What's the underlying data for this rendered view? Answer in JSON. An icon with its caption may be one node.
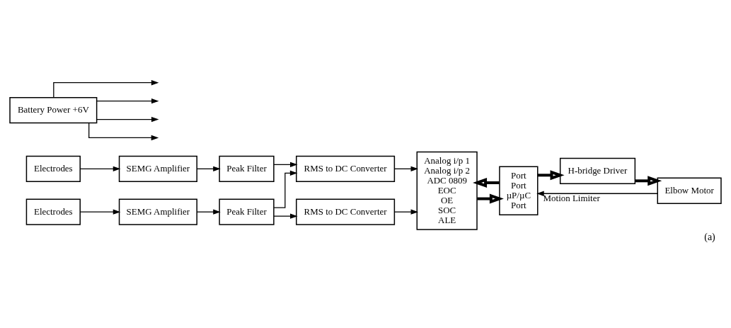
{
  "diagram": {
    "caption": "(a)",
    "nodes": [
      {
        "text": [
          "Electrodes"
        ]
      },
      {
        "text": [
          "SEMG Amplifier"
        ]
      },
      {
        "text": [
          "Peak Filter"
        ]
      },
      {
        "text": [
          "RMS to DC Converter"
        ]
      },
      {
        "text": [
          "Electrodes"
        ]
      },
      {
        "text": [
          "SEMG Amplifier"
        ]
      },
      {
        "text": [
          "Peak Filter"
        ]
      },
      {
        "text": [
          "RMS to DC Converter"
        ]
      },
      {
        "text": [
          "Battery Power +6V"
        ]
      },
      {
        "text": [
          "Analog i/p 1",
          "Analog i/p 2",
          "ADC 0809",
          "EOC",
          "OE",
          "SOC",
          "ALE"
        ]
      },
      {
        "text": [
          "Port",
          "Port",
          "µP/µC",
          "Port"
        ]
      },
      {
        "text": [
          "H-bridge Driver"
        ]
      },
      {
        "text": [
          "Elbow Motor"
        ]
      }
    ],
    "edges": [
      {
        "from": 0,
        "to": 1,
        "arrow": "to"
      },
      {
        "from": 1,
        "to": 2,
        "arrow": "to"
      },
      {
        "from": 2,
        "to": 3,
        "arrow": "to"
      },
      {
        "from": 4,
        "to": 5,
        "arrow": "to"
      },
      {
        "from": 5,
        "to": 6,
        "arrow": "to"
      },
      {
        "from": 6,
        "to": 7,
        "arrow": "to"
      },
      {
        "from": 6,
        "to": 3,
        "arrow": "to"
      },
      {
        "from": 3,
        "to": 9,
        "arrow": "to"
      },
      {
        "from": 7,
        "to": 9,
        "arrow": "to"
      },
      {
        "from": 9,
        "to": 10,
        "arrow": "to",
        "style": "thick"
      },
      {
        "from": 10,
        "to": 9,
        "arrow": "to",
        "style": "thick"
      },
      {
        "from": 10,
        "to": 11,
        "arrow": "to",
        "style": "thick"
      },
      {
        "from": 11,
        "to": 12,
        "arrow": "to",
        "style": "thick"
      },
      {
        "from": 12,
        "to": 10,
        "arrow": "to",
        "label": "Motion Limiter"
      },
      {
        "from": 8,
        "to": null,
        "arrow": "to"
      },
      {
        "from": 8,
        "to": null,
        "arrow": "to"
      },
      {
        "from": 8,
        "to": null,
        "arrow": "to"
      },
      {
        "from": 8,
        "to": null,
        "arrow": "to"
      }
    ]
  }
}
